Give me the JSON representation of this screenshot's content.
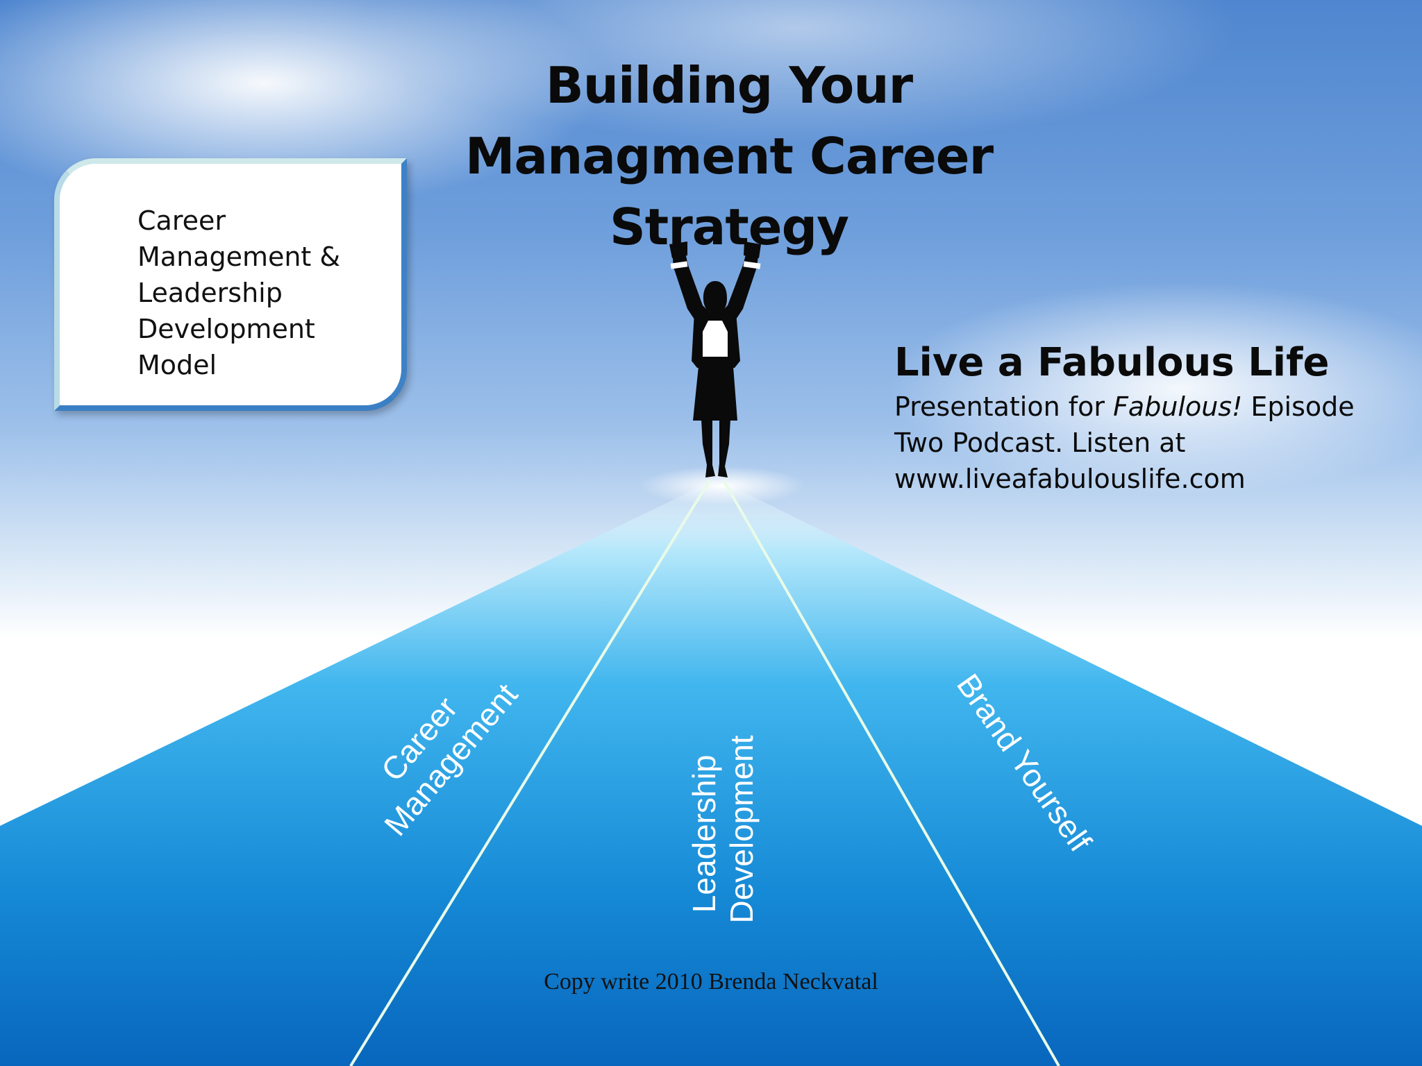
{
  "slide": {
    "title_lines": [
      "Building Your",
      "Managment Career",
      "Strategy"
    ],
    "model_box_lines": [
      "Career",
      "Management &",
      "Leadership",
      "Development",
      "Model"
    ],
    "promo": {
      "heading": "Live a Fabulous Life",
      "line1_before": "Presentation for ",
      "line1_italic": "Fabulous!",
      "line1_after": " Episode",
      "line2": "Two Podcast. Listen at",
      "line3": "www.liveafabulouslife.com"
    },
    "paths": {
      "left": [
        "Career",
        "Management"
      ],
      "center": [
        "Leadership",
        "Development"
      ],
      "right": [
        "Brand Yourself"
      ]
    },
    "copyright": "Copy write 2010 Brenda Neckvatal"
  },
  "colors": {
    "path_top": "#8fd8ff",
    "path_mid": "#3aa9e6",
    "path_bottom": "#0a6fc4",
    "divider_lines": "#e8fbe8",
    "silhouette": "#0a0a0a"
  },
  "icons": [
    "celebrating-woman-silhouette-icon"
  ]
}
